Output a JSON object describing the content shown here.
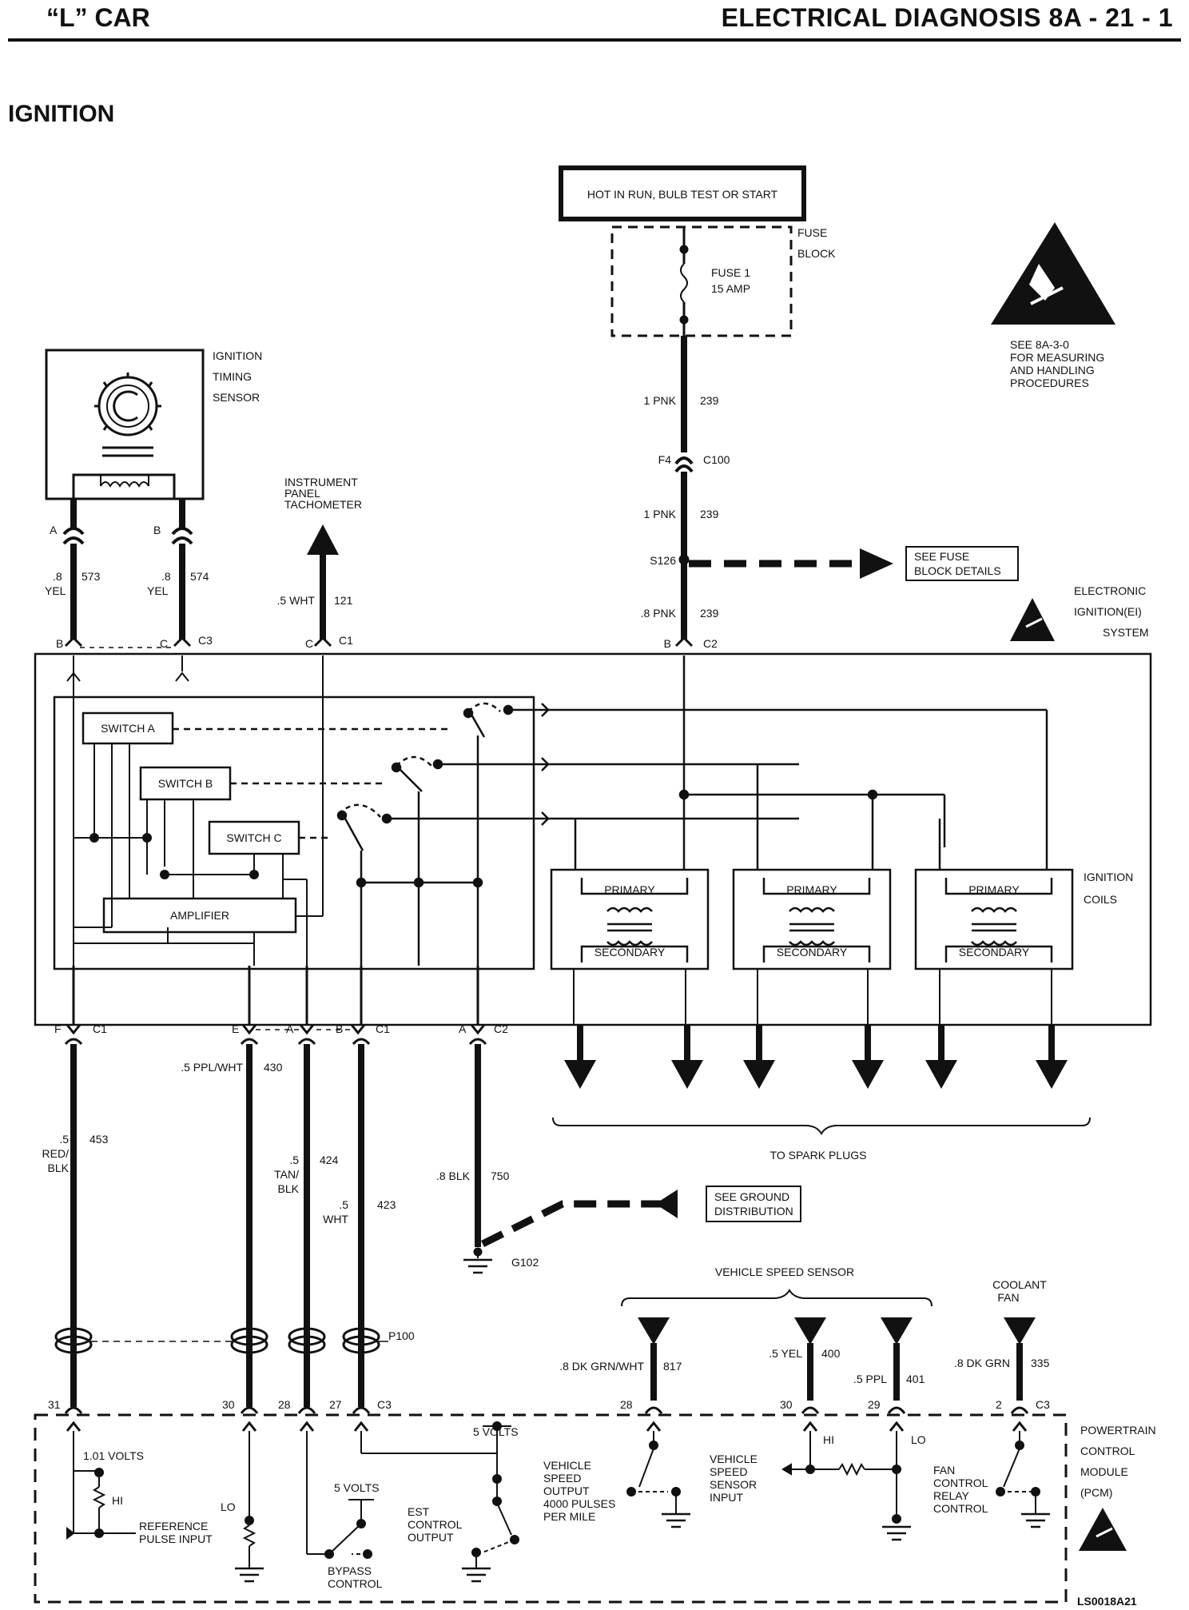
{
  "header": {
    "left": "“L” CAR",
    "right": "ELECTRICAL DIAGNOSIS  8A - 21 - 1"
  },
  "section_title": "IGNITION",
  "power_source": "HOT IN RUN, BULB TEST OR START",
  "fuse_block": {
    "label1": "FUSE",
    "label2": "BLOCK",
    "fuse_name": "FUSE 1",
    "fuse_rating": "15 AMP"
  },
  "esd_note": [
    "SEE 8A-3-0",
    "FOR MEASURING",
    "AND HANDLING",
    "PROCEDURES"
  ],
  "timing_sensor": [
    "IGNITION",
    "TIMING",
    "SENSOR"
  ],
  "tach": [
    "INSTRUMENT",
    "PANEL",
    "TACHOMETER"
  ],
  "ei_system": [
    "ELECTRONIC",
    "IGNITION(EI)",
    "SYSTEM"
  ],
  "ignition_coils": [
    "IGNITION",
    "COILS"
  ],
  "fuse_details_ref": [
    "SEE FUSE",
    "BLOCK DETAILS"
  ],
  "ground_ref": [
    "SEE GROUND",
    "DISTRIBUTION"
  ],
  "spark_plugs": "TO SPARK PLUGS",
  "vss_title": "VEHICLE SPEED SENSOR",
  "coolant_fan": [
    "COOLANT",
    "FAN"
  ],
  "pcm": [
    "POWERTRAIN",
    "CONTROL",
    "MODULE",
    "(PCM)"
  ],
  "figure_id": "LS0018A21",
  "switches": [
    "SWITCH A",
    "SWITCH B",
    "SWITCH C"
  ],
  "amplifier": "AMPLIFIER",
  "coil_labels": {
    "primary": "PRIMARY",
    "secondary": "SECONDARY"
  },
  "wires": {
    "fuse_out": {
      "gauge": "1 PNK",
      "circuit": "239"
    },
    "c100": {
      "pin": "F4",
      "conn": "C100"
    },
    "fuse_out2": {
      "gauge": "1 PNK",
      "circuit": "239"
    },
    "splice": "S126",
    "ei_feed": {
      "gauge": ".8 PNK",
      "circuit": "239",
      "pin": "B",
      "conn": "C2"
    },
    "sensor_a": {
      "pin": "A",
      "gauge1": ".8",
      "gauge2": "YEL",
      "circuit": "573",
      "ei_pin": "B"
    },
    "sensor_b": {
      "pin": "B",
      "gauge1": ".8",
      "gauge2": "YEL",
      "circuit": "574",
      "ei_pin": "C",
      "conn": "C3"
    },
    "tach": {
      "gauge": ".5 WHT",
      "circuit": "121",
      "pin": "C",
      "conn": "C1"
    },
    "w453": {
      "pin": "F",
      "conn": "C1",
      "g1": ".5",
      "g2": "RED/",
      "g3": "BLK",
      "circuit": "453"
    },
    "w430": {
      "pin": "E",
      "gauge": ".5 PPL/WHT",
      "circuit": "430"
    },
    "w424": {
      "pin": "A",
      "g1": ".5",
      "g2": "TAN/",
      "g3": "BLK",
      "circuit": "424"
    },
    "w423": {
      "pin": "B",
      "conn": "C1",
      "g1": ".5",
      "g2": "WHT",
      "circuit": "423"
    },
    "w750": {
      "pin": "A",
      "conn": "C2",
      "gauge": ".8 BLK",
      "circuit": "750",
      "ground": "G102"
    },
    "p100": "P100",
    "w817": {
      "gauge": ".8 DK GRN/WHT",
      "circuit": "817",
      "pin": "28"
    },
    "w400": {
      "gauge": ".5 YEL",
      "circuit": "400",
      "pin": "30"
    },
    "w401": {
      "gauge": ".5 PPL",
      "circuit": "401",
      "pin": "29"
    },
    "w335": {
      "gauge": ".8 DK GRN",
      "circuit": "335",
      "pin": "2",
      "conn": "C3"
    }
  },
  "pcm_pins": {
    "p31": "31",
    "p30": "30",
    "p28": "28",
    "p27": "27",
    "conn": "C3"
  },
  "pcm_internal": {
    "volts101": "1.01 VOLTS",
    "hi": "HI",
    "lo": "LO",
    "ref_pulse": [
      "REFERENCE",
      "PULSE INPUT"
    ],
    "bypass": [
      "BYPASS",
      "CONTROL"
    ],
    "five_volts_a": "5 VOLTS",
    "five_volts_b": "5 VOLTS",
    "est": [
      "EST",
      "CONTROL",
      "OUTPUT"
    ],
    "vss_output": [
      "VEHICLE",
      "SPEED",
      "OUTPUT",
      "4000 PULSES",
      "PER MILE"
    ],
    "vss_input": [
      "VEHICLE",
      "SPEED",
      "SENSOR",
      "INPUT"
    ],
    "vss_hi": "HI",
    "vss_lo": "LO",
    "fan_relay": [
      "FAN",
      "CONTROL",
      "RELAY",
      "CONTROL"
    ]
  }
}
